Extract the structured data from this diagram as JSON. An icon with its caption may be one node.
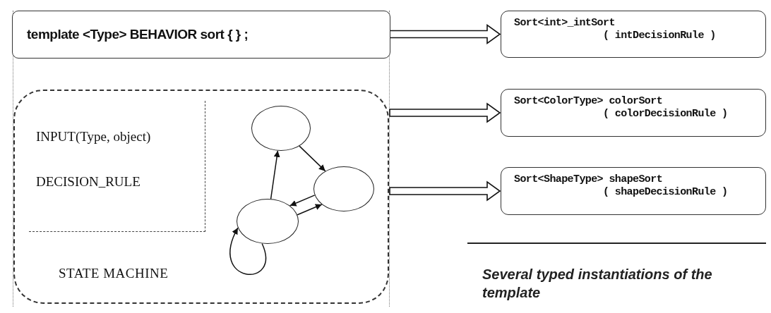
{
  "diagram": {
    "nodes": [
      {
        "text": [
          "template <Type> BEHAVIOR sort { } ;"
        ]
      },
      {
        "text": [
          "STATE MACHINE"
        ],
        "in": 0
      },
      {
        "text": [
          "INPUT(Type, object)",
          "DECISION_RULE"
        ],
        "in": 1
      },
      {
        "text": [],
        "shape": "circle",
        "in": 1
      },
      {
        "text": [],
        "shape": "circle",
        "in": 1
      },
      {
        "text": [],
        "shape": "circle",
        "in": 1
      },
      {
        "text": [
          "Sort<int>_intSort",
          "( intDecisionRule )"
        ]
      },
      {
        "text": [
          "Sort<ColorType> colorSort",
          "( colorDecisionRule )"
        ]
      },
      {
        "text": [
          "Sort<ShapeType> shapeSort",
          "( shapeDecisionRule )"
        ]
      }
    ],
    "edges": [
      {
        "from": 0,
        "to": 6,
        "arrow": "to",
        "style": "thick"
      },
      {
        "from": 0,
        "to": 7,
        "arrow": "to",
        "style": "thick"
      },
      {
        "from": 0,
        "to": 8,
        "arrow": "to",
        "style": "thick"
      },
      {
        "from": 3,
        "to": 4,
        "arrow": "to"
      },
      {
        "from": 5,
        "to": 3,
        "arrow": "to"
      },
      {
        "from": 5,
        "to": 4,
        "arrow": "to"
      },
      {
        "from": 4,
        "to": 5,
        "arrow": "to"
      },
      {
        "from": 5,
        "to": 5,
        "arrow": "to"
      }
    ],
    "labels": [
      "Several typed instantiations of the template"
    ]
  }
}
